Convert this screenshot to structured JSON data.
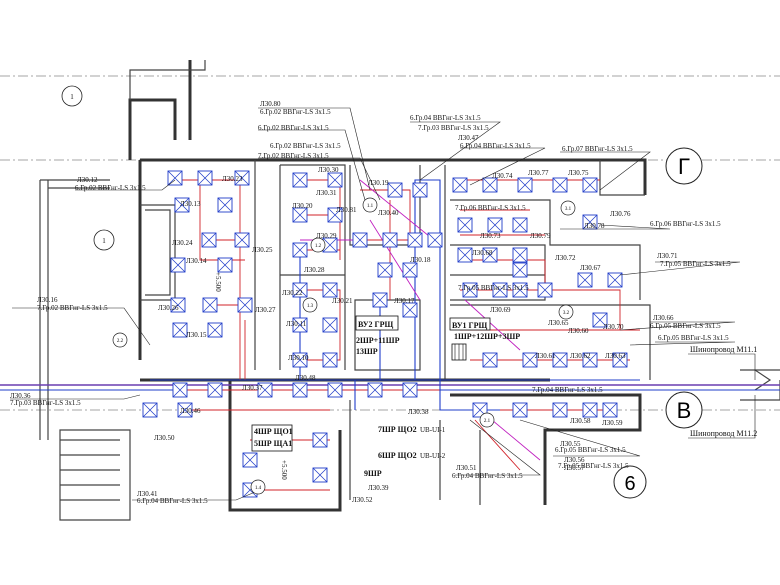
{
  "axes": {
    "axis_1": "1",
    "axis_1b": "1",
    "axis_G": "Г",
    "axis_V": "В",
    "axis_6": "6"
  },
  "rooms": {
    "l80": "Л30.80",
    "l23": "Л30.23",
    "l13": "Л30.13",
    "l24": "Л30.24",
    "l14": "Л30.14",
    "l25": "Л30.25",
    "l26": "Л30.26",
    "l15": "Л30.15",
    "l27": "Л30.27",
    "l37": "Л30.37",
    "l46": "Л30.46",
    "l50": "Л30.50",
    "l30": "Л30.30",
    "l31": "Л30.31",
    "l19": "Л30.19",
    "l20": "Л30.20",
    "l81": "Л30.81",
    "l40": "Л30.40",
    "l29": "Л30.29",
    "l28": "Л30.28",
    "l18": "Л30.18",
    "l22": "Л30.22",
    "l21": "Л30.21",
    "l17": "Л30.17",
    "l11": "Л30.11",
    "l10": "Л30.10",
    "l48": "Л30.48",
    "l38": "Л30.38",
    "l39": "Л30.39",
    "l52": "Л30.52",
    "l74": "Л30.74",
    "l77": "Л30.77",
    "l75": "Л30.75",
    "l76": "Л30.76",
    "l78": "Л30.78",
    "l73": "Л30.73",
    "l79": "Л30.79",
    "l68": "Л30.68",
    "l72": "Л30.72",
    "l67": "Л30.67",
    "l71": "Л30.71",
    "l69": "Л30.69",
    "l65": "Л30.65",
    "l70": "Л30.70",
    "l66": "Л30.66",
    "l60": "Л30.60",
    "l61": "Л30.61",
    "l62": "Л30.62",
    "l63": "Л30.63",
    "l58": "Л30.58",
    "l59": "Л30.59",
    "l55": "Л30.55",
    "l56": "Л30.56",
    "l57": "Л30.57",
    "l51": "Л30.51",
    "l12": "Л30.12",
    "l16": "Л30.16",
    "l36": "Л30.36",
    "l41": "Л30.41",
    "l47": "Л30.47"
  },
  "cables": {
    "g02_top": "6.Гр.02 ВВГнг-LS 3x1.5",
    "g02_mid": "6.Гр.02 ВВГнг-LS 3x1.5",
    "g02_left": "6.Гр.02 ВВГнг-LS 3x1.5",
    "g02_left2": "6.Гр.02 ВВГнг-LS 3x1.5",
    "g02_bot": "7.Гр.02 ВВГнг-LS 3x1.5",
    "g02_lower": "7.Гр.02 ВВГнг-LS 3x1.5",
    "g03_a": "7.Гр.03 ВВГнг-LS 3x1.5",
    "g03_b": "7.Гр.03 ВВГнг-LS 3x1.5",
    "g04_top": "6.Гр.04 ВВГнг-LS 3x1.5",
    "g04_a": "6.Гр.04 ВВГнг-LS 3x1.5",
    "g04_b": "6.Гр.04 ВВГнг-LS 3x1.5",
    "g04_c": "7.Гр.04 ВВГнг-LS 3x1.5",
    "g04_d": "6.Гр.04 ВВГнг-LS 3x1.5",
    "g05_a": "7.Гр.05 ВВГнг-LS 3x1.5",
    "g05_b": "7.Гр.05 ВВГнг-LS 3x1.5",
    "g05_c": "6.Гр.05 ВВГнг-LS 3x1.5",
    "g05_d": "6.Гр.05 ВВГнг-LS 3x1.5",
    "g05_e": "6.Гр.05 ВВГнг-LS 3x1.5",
    "g05_f": "7.Гр.05 ВВГнг-LS 3x1.5",
    "g06_a": "6.Гр.06 ВВГнг-LS 3x1.5",
    "g06_b": "7.Гр.06 ВВГнг-LS 3x1.5",
    "g07": "6.Гр.07 ВВГнг-LS 3x1.5"
  },
  "panels": {
    "vu2": "ВУ2 ГРЩ",
    "shr2": "2ШР+11ШР",
    "rshr": "13ШР",
    "vu1": "ВУ1 ГРЩ",
    "shr1": "1ШР+12ШР+3ШР",
    "shu1": "4ШР ЩО1",
    "shu1b": "5ШР ЩА1",
    "shu2": "7ШР ЩО2",
    "shuv": "6ШР ЩО2",
    "shr9": "9ШР",
    "ub1": "UB-UI-1",
    "ub2": "UB-UI-2"
  },
  "sockets": {
    "s1": "1.1",
    "s2": "1.2",
    "s3": "3.1",
    "s4": "3.2",
    "s5": "1.3",
    "s6": "2.1",
    "s7": "2.2",
    "s8": "1.4"
  },
  "busway": {
    "m1": "Шинопровод М11.1",
    "m2": "Шинопровод М11.2"
  },
  "misc": {
    "vert_text": "+5.500",
    "vert_text2": "+5.500"
  }
}
